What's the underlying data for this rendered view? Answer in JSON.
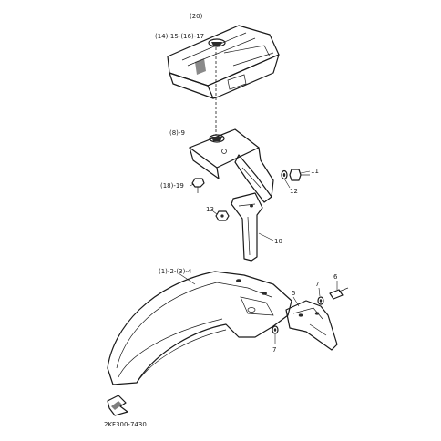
{
  "diagram": {
    "part_code": "2KF300-7430",
    "callouts": {
      "rear_cover_top": "(20)",
      "rear_cover": "(14)-15-(16)-17",
      "fender_bracket": "(8)-9",
      "bolt_19": "(18)-19",
      "nut_13": "13",
      "washer_12": "12",
      "bolt_11": "11",
      "mud_flap": "10",
      "rear_fender": "(1)-2-(3)-4",
      "screw_6": "6",
      "bracket_5": "5",
      "nut_7_upper": "7",
      "nut_7_lower": "7"
    }
  }
}
